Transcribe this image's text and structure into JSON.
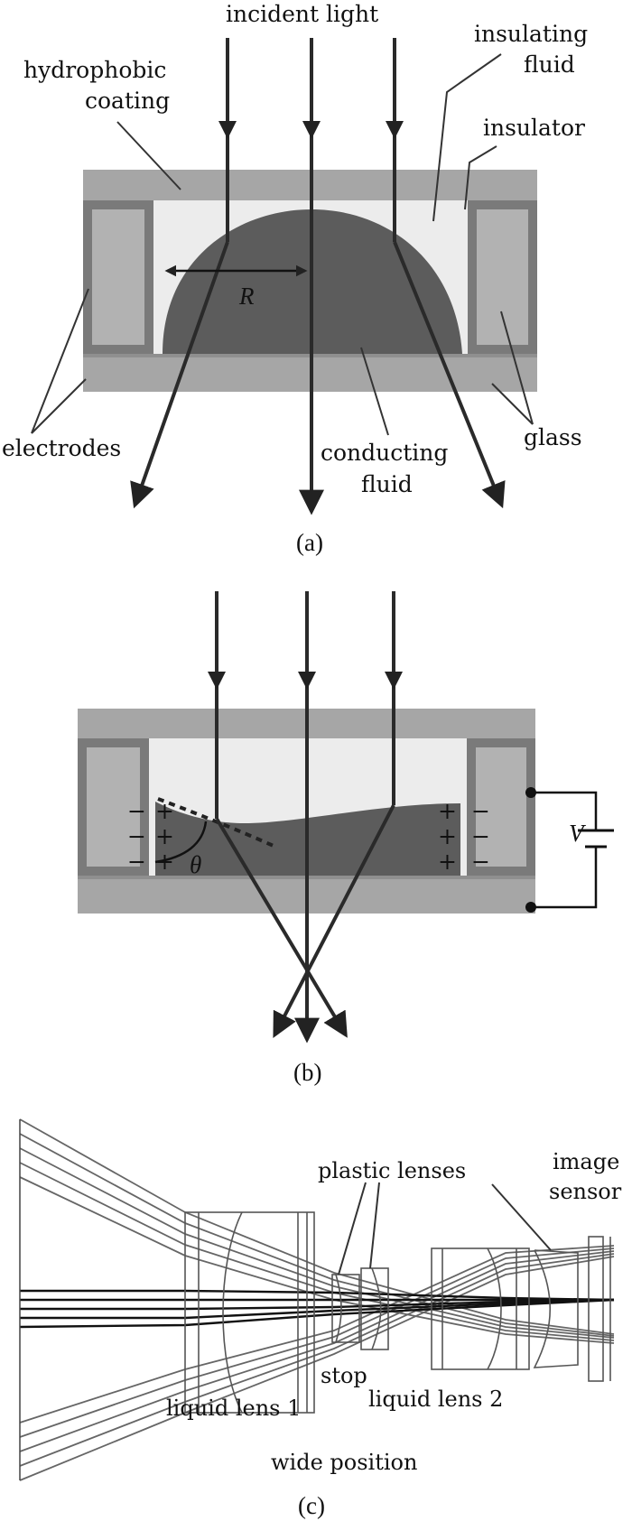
{
  "panel_a": {
    "incident_light": "incident light",
    "hydrophobic_coating_1": "hydrophobic",
    "hydrophobic_coating_2": "coating",
    "insulating_fluid_1": "insulating",
    "insulating_fluid_2": "fluid",
    "insulator": "insulator",
    "radius_symbol": "R",
    "electrodes": "electrodes",
    "conducting_fluid_1": "conducting",
    "conducting_fluid_2": "fluid",
    "glass": "glass",
    "caption": "(a)"
  },
  "panel_b": {
    "angle_symbol": "θ",
    "voltage_symbol": "V",
    "plus_sign": "+",
    "minus_sign": "−",
    "caption": "(b)"
  },
  "panel_c": {
    "plastic_lenses": "plastic lenses",
    "image_sensor_1": "image",
    "image_sensor_2": "sensor",
    "stop": "stop",
    "liquid_lens_1": "liquid lens 1",
    "liquid_lens_2": "liquid lens 2",
    "position": "wide position",
    "caption": "(c)"
  },
  "colors": {
    "glass": "#a6a6a6",
    "electrode": "#7a7a7a",
    "conducting_fluid": "#5c5c5c",
    "insulating_fluid": "#ececec",
    "ray": "#2a2a2a"
  }
}
